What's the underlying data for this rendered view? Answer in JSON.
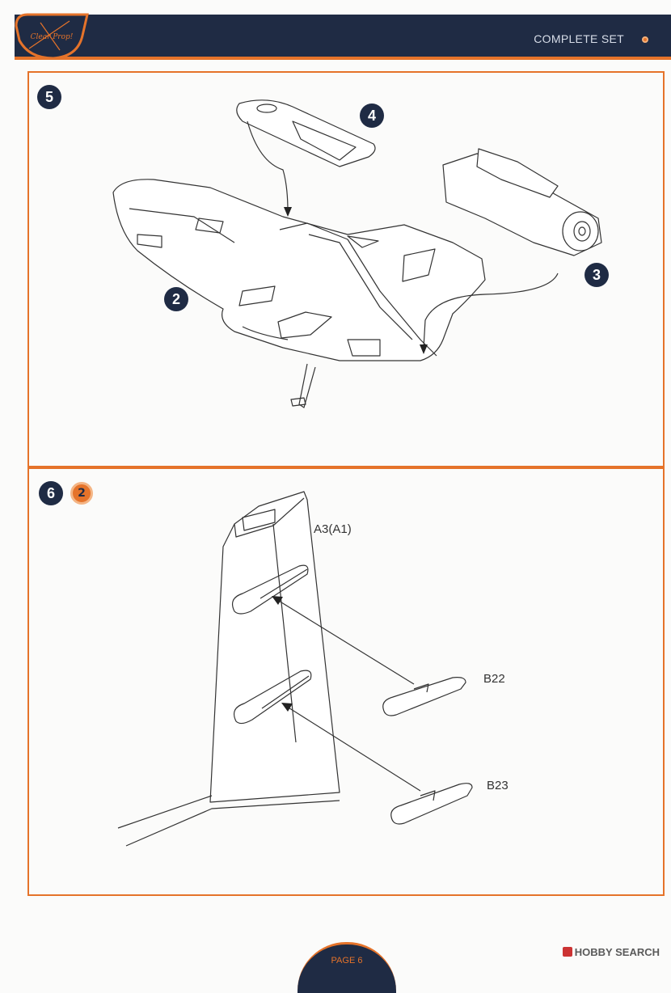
{
  "header": {
    "title": "COMPLETE SET"
  },
  "logo": {
    "text": "Clear Prop!"
  },
  "step5": {
    "number": "5",
    "parts": [
      {
        "ref": "2"
      },
      {
        "ref": "3"
      },
      {
        "ref": "4"
      }
    ]
  },
  "step6": {
    "number": "6",
    "paint_ref": "2",
    "parts": [
      {
        "label": "A3(A1)"
      },
      {
        "label": "B22"
      },
      {
        "label": "B23"
      }
    ]
  },
  "footer": {
    "page": "PAGE 6"
  },
  "watermark": {
    "text": "HOBBY SEARCH"
  },
  "colors": {
    "navy": "#1f2b44",
    "orange": "#e5732a"
  }
}
